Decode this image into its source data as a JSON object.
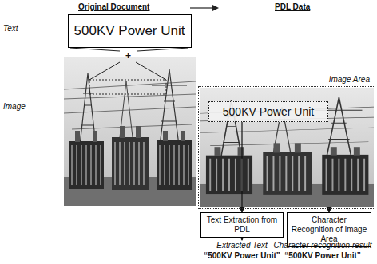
{
  "diagram": {
    "nodes": [
      {
        "text": [
          "500KV Power Unit"
        ]
      },
      {
        "text": [
          "Image Area"
        ]
      },
      {
        "text": [
          "500KV Power Unit"
        ],
        "in": 1
      },
      {
        "text": [
          "Text Extraction from PDL"
        ]
      },
      {
        "text": [
          "Character Recognition of Image Area"
        ]
      }
    ],
    "edges": [
      {
        "from": 2,
        "to": 3,
        "arrow": "to"
      },
      {
        "from": 1,
        "to": 4,
        "arrow": "to"
      }
    ],
    "labels": [
      "Original Document",
      "PDL Data",
      "Text",
      "Image",
      "+",
      "Extracted Text",
      "Character recognition result",
      "“500KV Power Unit”",
      "“500KV Power Unit”"
    ]
  }
}
